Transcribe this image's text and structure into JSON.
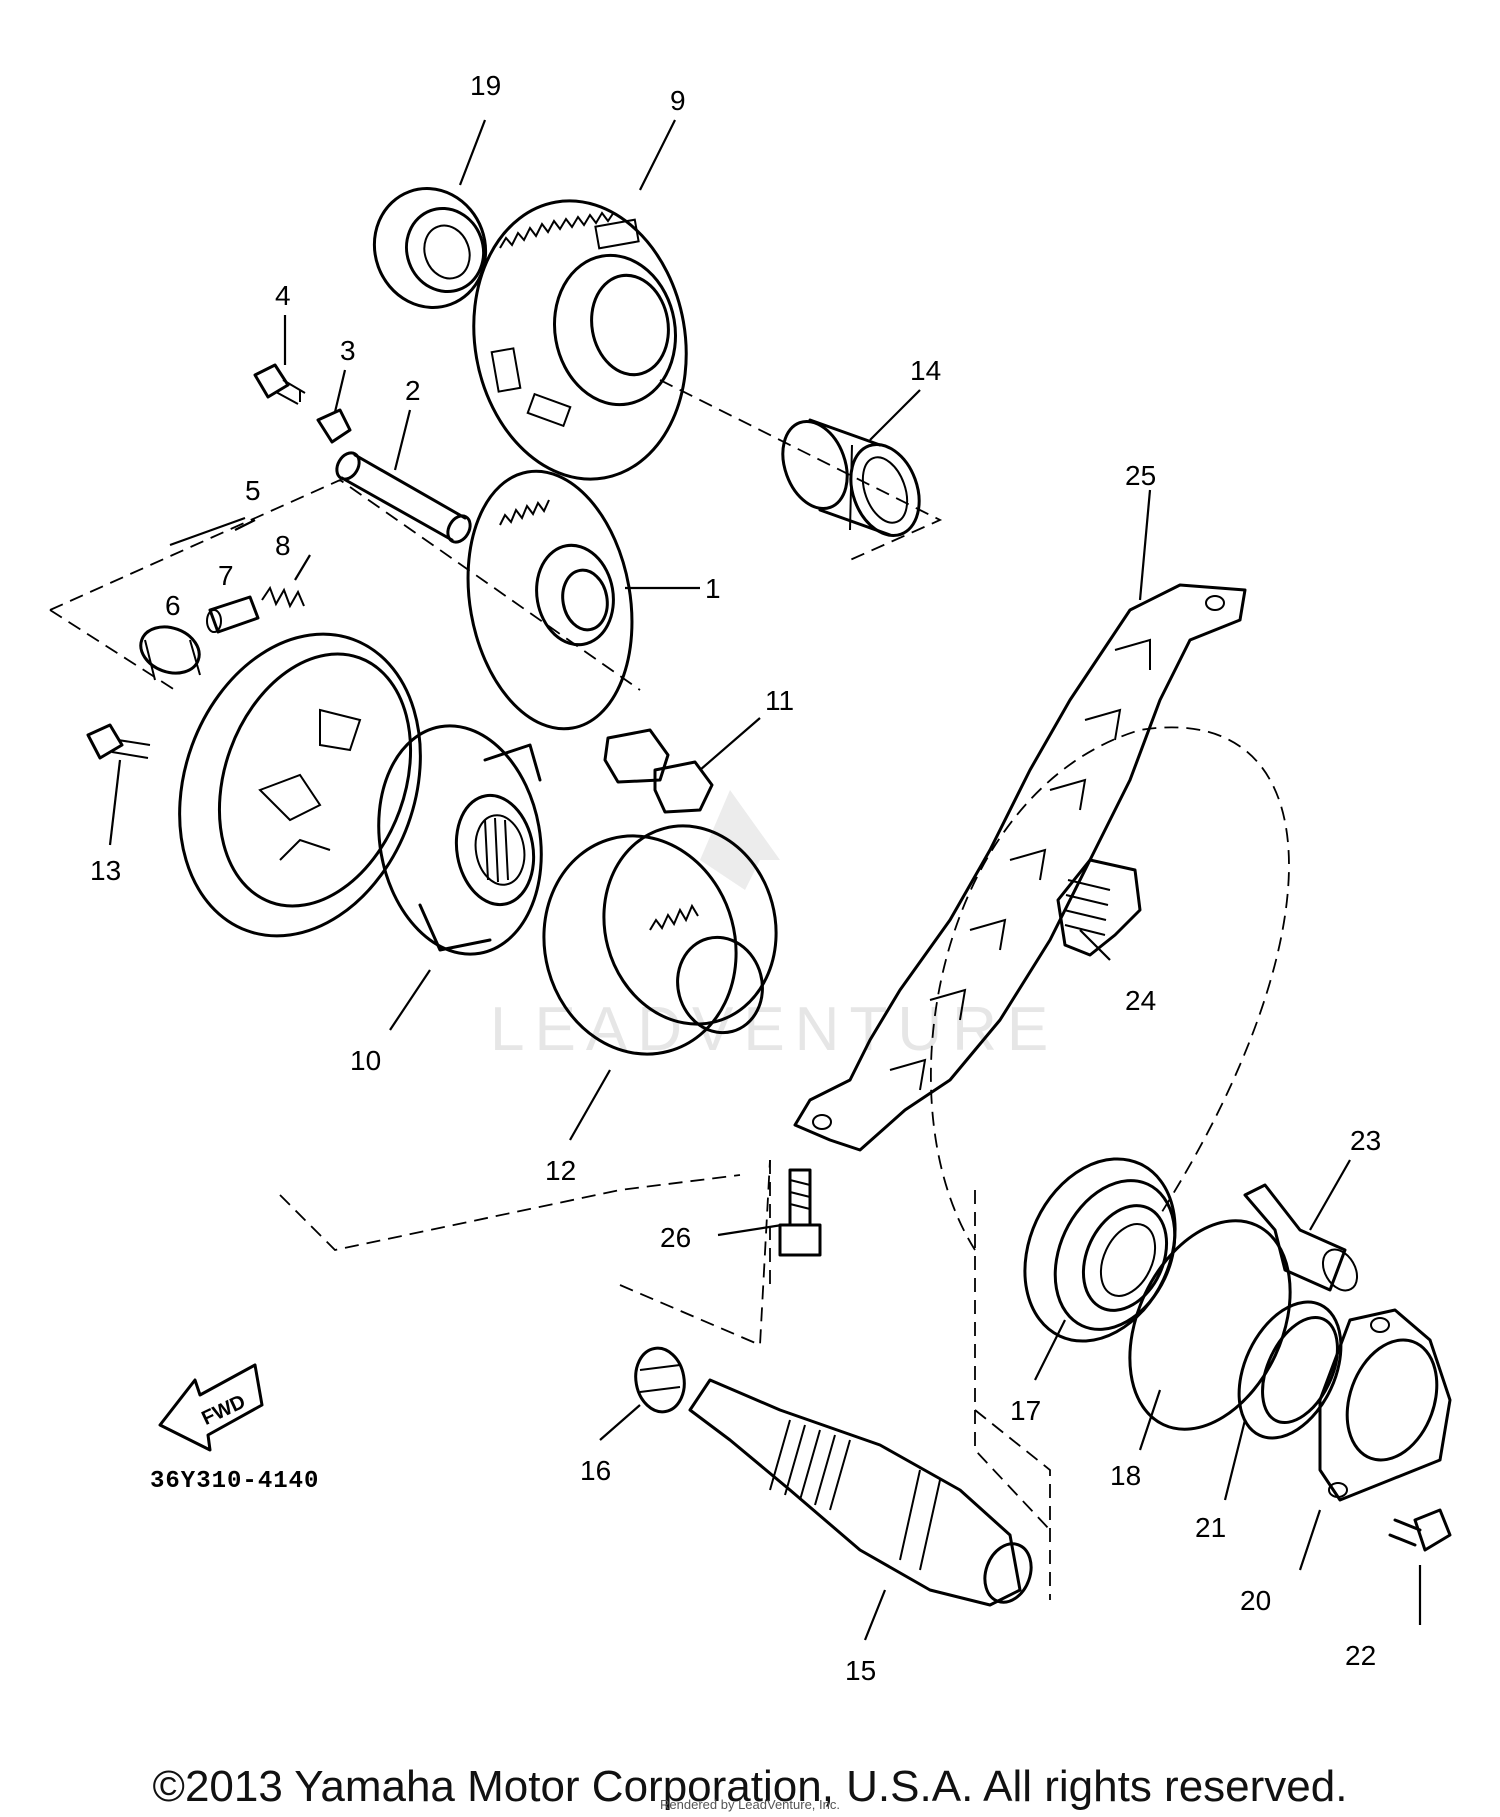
{
  "diagram": {
    "part_code": "36Y310-4140",
    "forward_label": "FWD",
    "watermark": "LEADVENTURE",
    "callouts": [
      "1",
      "2",
      "3",
      "4",
      "5",
      "6",
      "7",
      "8",
      "9",
      "10",
      "11",
      "12",
      "13",
      "14",
      "15",
      "16",
      "17",
      "18",
      "19",
      "20",
      "21",
      "22",
      "23",
      "24",
      "25",
      "26"
    ]
  },
  "footer": {
    "copyright": "©2013 Yamaha Motor Corporation, U.S.A. All rights reserved.",
    "rendered_by": "Rendered by LeadVenture, Inc."
  }
}
